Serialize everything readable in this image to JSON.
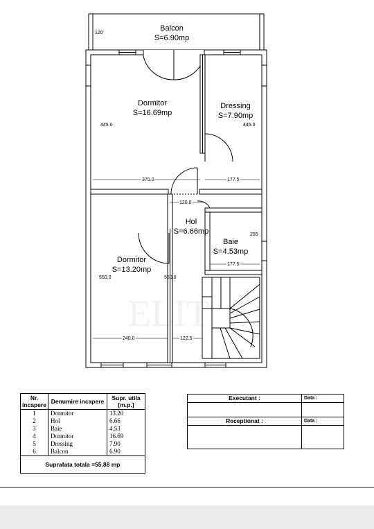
{
  "plan": {
    "rooms": [
      {
        "id": "balcon",
        "name": "Balcon",
        "area": "S=6.90mp"
      },
      {
        "id": "dormitor-1",
        "name": "Dormitor",
        "area": "S=16.69mp"
      },
      {
        "id": "dressing",
        "name": "Dressing",
        "area": "S=7.90mp"
      },
      {
        "id": "hol",
        "name": "Hol",
        "area": "S=6.66mp"
      },
      {
        "id": "baie",
        "name": "Baie",
        "area": "S=4.53mp"
      },
      {
        "id": "dormitor-2",
        "name": "Dormitor",
        "area": "S=13.20mp"
      }
    ],
    "dimensions": [
      "120",
      "445.0",
      "445.0",
      "375.0",
      "177.5",
      "120.0",
      "255",
      "177.5",
      "550.0",
      "550.0",
      "240.0",
      "122.5"
    ],
    "watermark": "ELIT"
  },
  "rooms_table": {
    "headers": [
      "Nr. incapere",
      "Denumire incapere",
      "Supr. utila [m.p.]"
    ],
    "rows": [
      [
        "1",
        "Dormitor",
        "13.20"
      ],
      [
        "2",
        "Hol",
        "6.66"
      ],
      [
        "3",
        "Baie",
        "4.53"
      ],
      [
        "4",
        "Dormitor",
        "16.69"
      ],
      [
        "5",
        "Dressing",
        "7.90"
      ],
      [
        "6",
        "Balcon",
        "6.90"
      ]
    ],
    "total": "Suprafata totala =55.88 mp"
  },
  "sign_table": {
    "executant": "Executant :",
    "receptionat": "Receptionat :",
    "data1": "Data :",
    "data2": "Data :"
  },
  "colors": {
    "wall": "#000000",
    "wall_fill": "#ffffff",
    "band": "#ececec"
  }
}
